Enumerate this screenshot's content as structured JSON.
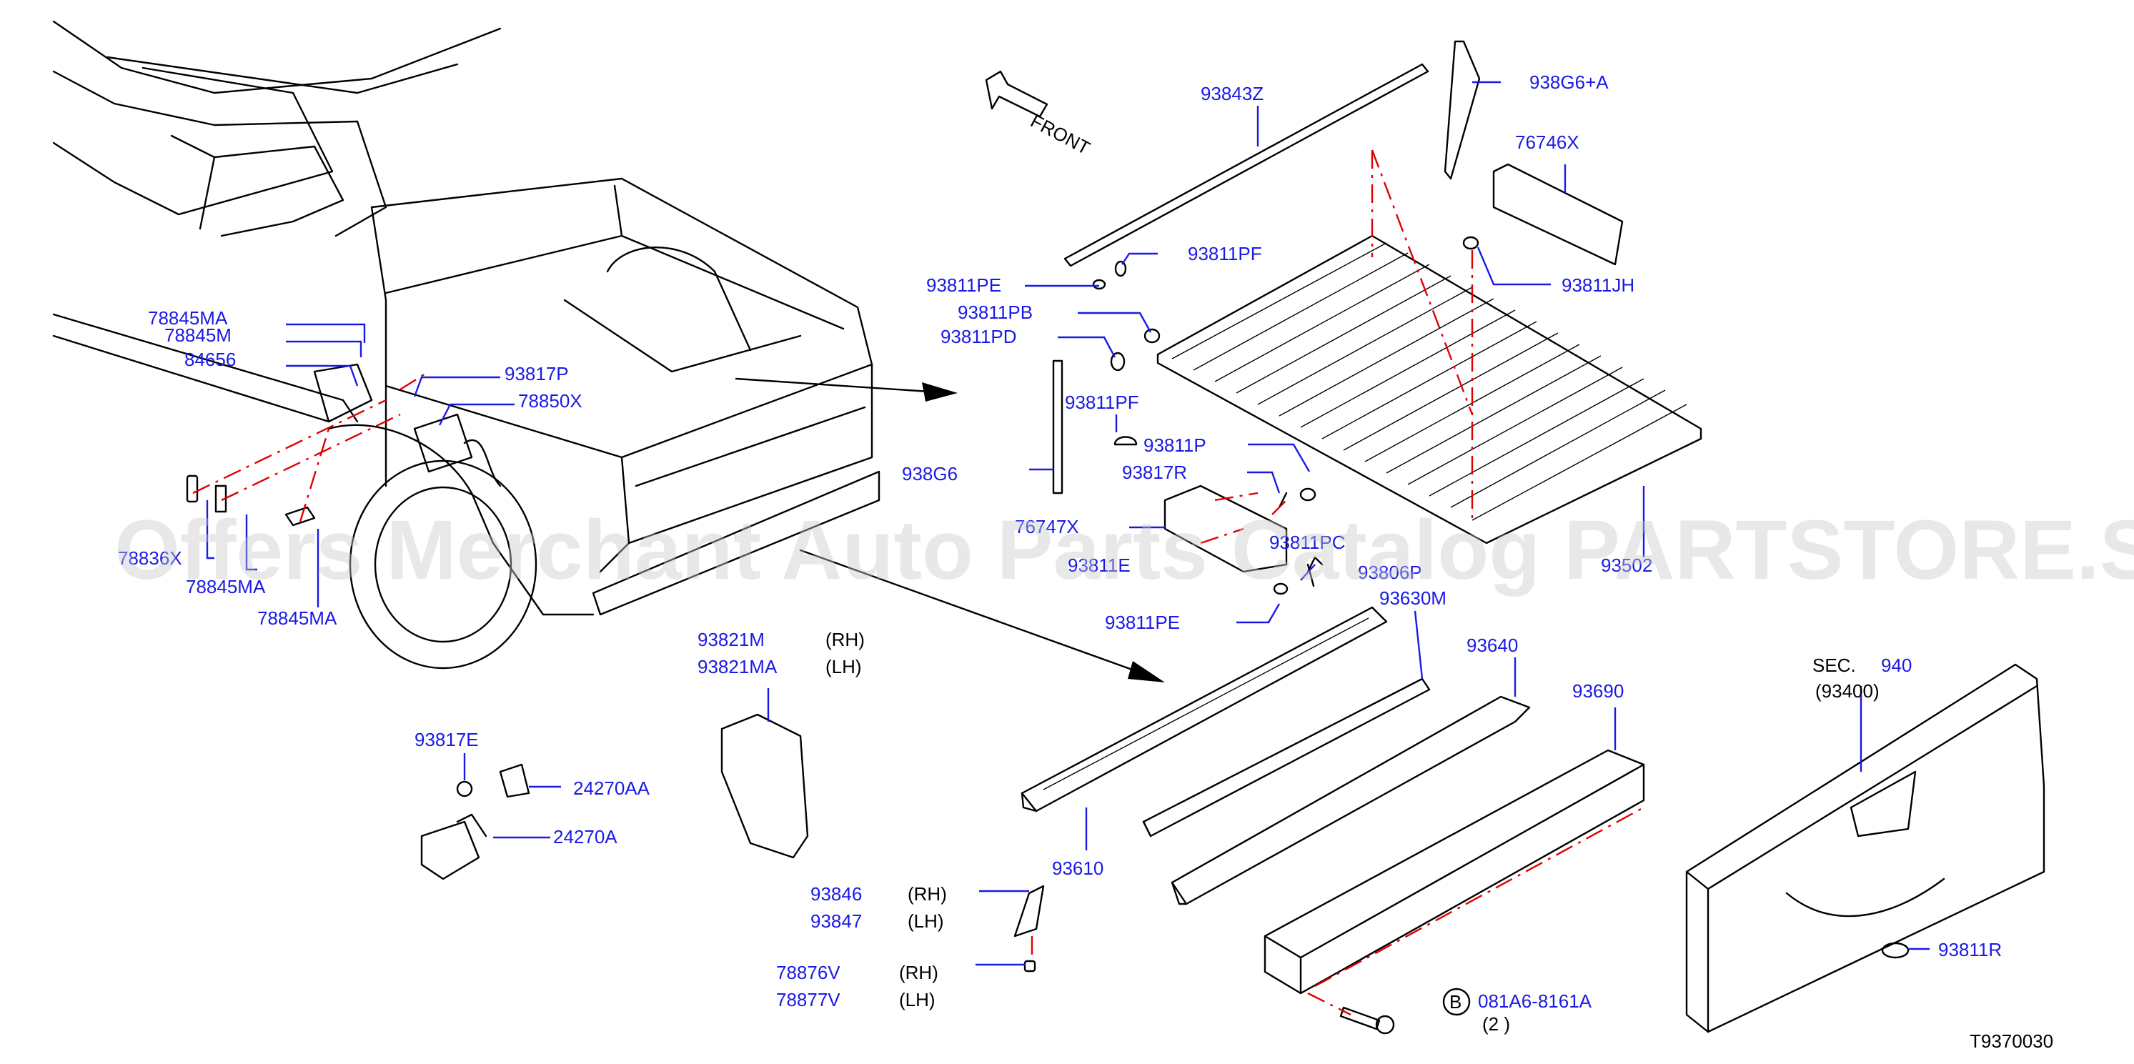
{
  "watermark": "Offers Merchant Auto Parts Catalog PARTSTORE.SA",
  "diagram_code": "T9370030",
  "front_label": "FRONT",
  "colors": {
    "label_blue": "#1a1ae6",
    "ref_red": "#e00000",
    "line": "#000000"
  },
  "labels": {
    "l78845MA_a": "78845MA",
    "l78845M": "78845M",
    "l84656": "84656",
    "l93817P": "93817P",
    "l78850X": "78850X",
    "l78836X": "78836X",
    "l78845MA_b": "78845MA",
    "l78845MA_c": "78845MA",
    "l93843Z": "93843Z",
    "l938G6A": "938G6+A",
    "l76746X": "76746X",
    "l93811PF_a": "93811PF",
    "l93811PE_a": "93811PE",
    "l93811PB": "93811PB",
    "l93811PD": "93811PD",
    "l93811JH": "93811JH",
    "l93811PF_b": "93811PF",
    "l93811P": "93811P",
    "l93817R": "93817R",
    "l938G6": "938G6",
    "l76747X": "76747X",
    "l93811PC": "93811PC",
    "l93811E": "93811E",
    "l93806P": "93806P",
    "l93502": "93502",
    "l93811PE_b": "93811PE",
    "l93630M": "93630M",
    "l93821M": "93821M",
    "l93821MA": "93821MA",
    "l93640": "93640",
    "l93690": "93690",
    "sec_prefix": "SEC.",
    "sec_num": "940",
    "sec_sub": "(93400)",
    "l93817E": "93817E",
    "l24270AA": "24270AA",
    "l24270A": "24270A",
    "l93610": "93610",
    "l93846": "93846",
    "l93847": "93847",
    "l78876V": "78876V",
    "l78877V": "78877V",
    "l081A6": "081A6-8161A",
    "l081A6_qty": "(2   )",
    "l93811R": "93811R",
    "bolt_badge": "B",
    "rh": "(RH)",
    "lh": "(LH)"
  }
}
